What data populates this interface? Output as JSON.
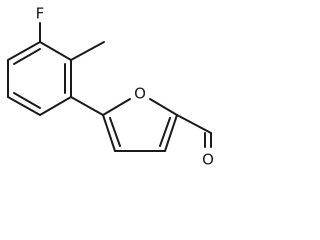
{
  "structure": {
    "atoms": {
      "fluorine": "F",
      "ring_oxygen": "O",
      "aldehyde_oxygen": "O"
    }
  }
}
